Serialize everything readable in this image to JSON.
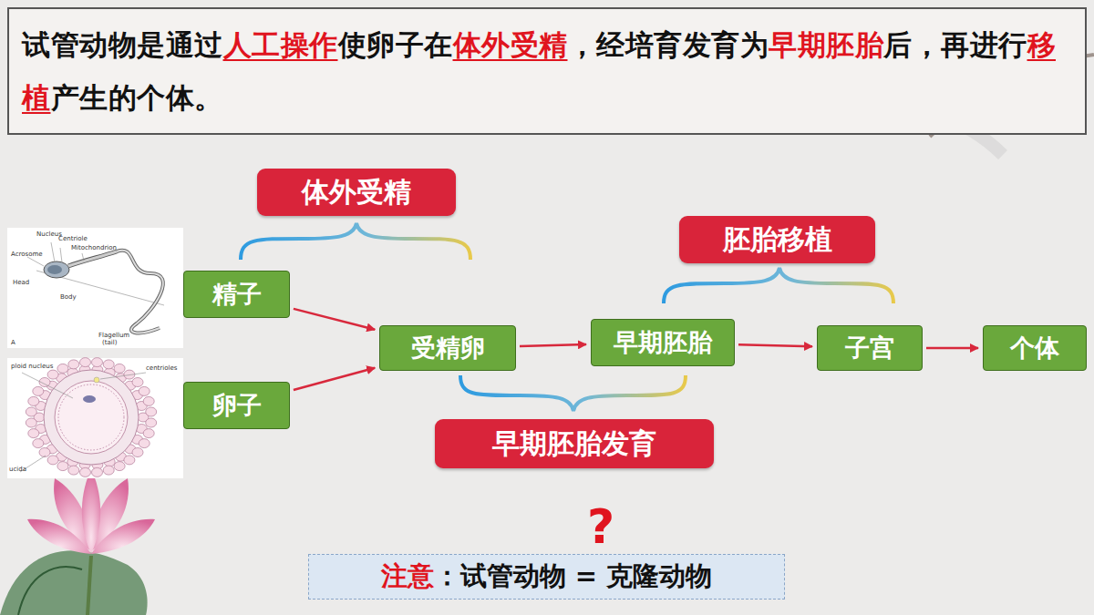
{
  "diagram": {
    "title": "试管动物是通过人工操作使卵子在体外受精，经培育发育为早期胚胎后，再进行移植产生的个体。",
    "nodes": [
      {
        "text": [
          "体外受精"
        ]
      },
      {
        "text": [
          "胚胎移植"
        ]
      },
      {
        "text": [
          "精子"
        ]
      },
      {
        "text": [
          "受精卵"
        ]
      },
      {
        "text": [
          "早期胚胎"
        ]
      },
      {
        "text": [
          "子宫"
        ]
      },
      {
        "text": [
          "个体"
        ]
      },
      {
        "text": [
          "卵子"
        ]
      },
      {
        "text": [
          "早期胚胎发育"
        ]
      },
      {
        "text": [
          "注意：试管动物 = 克隆动物"
        ]
      }
    ],
    "edges": [
      {
        "from": 2,
        "to": 3,
        "arrow": "to"
      },
      {
        "from": 7,
        "to": 3,
        "arrow": "to"
      },
      {
        "from": 3,
        "to": 4,
        "arrow": "to"
      },
      {
        "from": 4,
        "to": 5,
        "arrow": "to"
      },
      {
        "from": 5,
        "to": 6,
        "arrow": "to"
      }
    ],
    "labels": [
      "Nucleus",
      "Centriole",
      "Acrosome",
      "Mitochondrion",
      "Head",
      "Body",
      "Flagellum",
      "(tail)",
      "A",
      "ploid nucleus",
      "centrioles",
      "ucida",
      "?"
    ]
  }
}
